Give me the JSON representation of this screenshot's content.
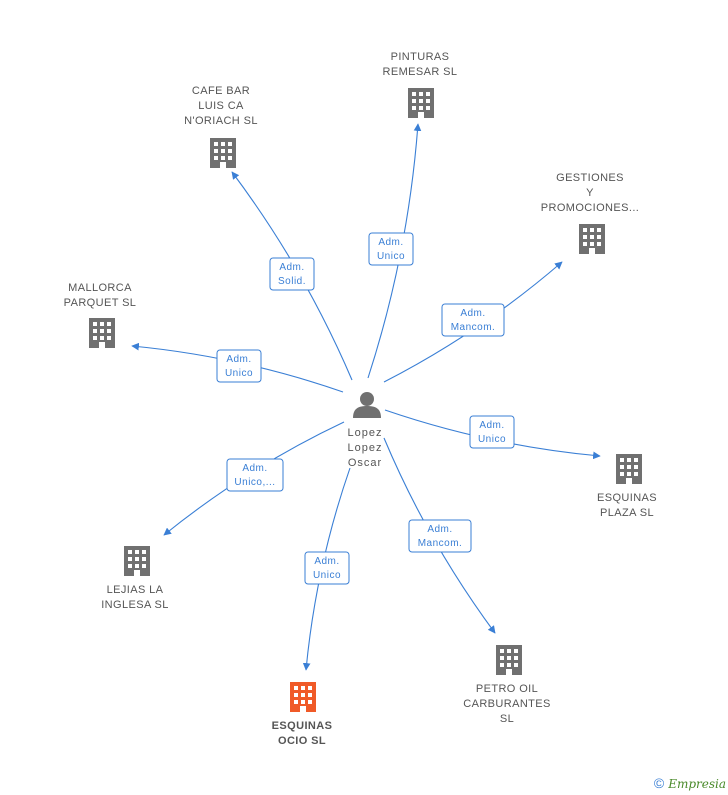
{
  "center": {
    "lines": [
      "Lopez",
      "Lopez",
      "Oscar"
    ],
    "icon": "person-icon"
  },
  "companies": [
    {
      "id": "cafe-bar",
      "lines": [
        "CAFE BAR",
        "LUIS CA",
        "N'ORIACH SL"
      ],
      "role": [
        "Adm.",
        "Solid."
      ],
      "highlight": false
    },
    {
      "id": "pinturas",
      "lines": [
        "PINTURAS",
        "REMESAR SL"
      ],
      "role": [
        "Adm.",
        "Unico"
      ],
      "highlight": false
    },
    {
      "id": "gestiones",
      "lines": [
        "GESTIONES",
        "Y",
        "PROMOCIONES..."
      ],
      "role": [
        "Adm.",
        "Mancom."
      ],
      "highlight": false
    },
    {
      "id": "mallorca",
      "lines": [
        "MALLORCA",
        "PARQUET SL"
      ],
      "role": [
        "Adm.",
        "Unico"
      ],
      "highlight": false
    },
    {
      "id": "esquinas-plaza",
      "lines": [
        "ESQUINAS",
        "PLAZA SL"
      ],
      "role": [
        "Adm.",
        "Unico"
      ],
      "highlight": false
    },
    {
      "id": "lejias",
      "lines": [
        "LEJIAS LA",
        "INGLESA  SL"
      ],
      "role": [
        "Adm.",
        "Unico,..."
      ],
      "highlight": false
    },
    {
      "id": "petro-oil",
      "lines": [
        "PETRO OIL",
        "CARBURANTES",
        "SL"
      ],
      "role": [
        "Adm.",
        "Mancom."
      ],
      "highlight": false
    },
    {
      "id": "esquinas-ocio",
      "lines": [
        "ESQUINAS",
        "OCIO SL"
      ],
      "role": [
        "Adm.",
        "Unico"
      ],
      "highlight": true
    }
  ],
  "colors": {
    "edge": "#3a7fd5",
    "building": "#707070",
    "building_highlight": "#f05a28"
  },
  "footer": {
    "copyright": "©",
    "brand": "Empresia"
  }
}
